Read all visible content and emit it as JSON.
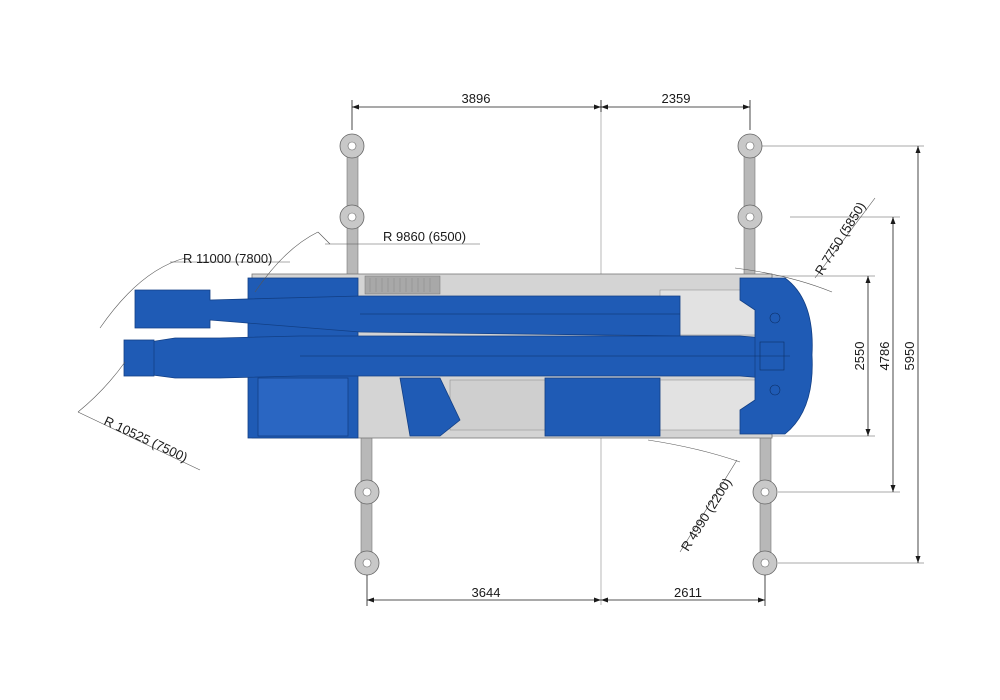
{
  "dimensions": {
    "top_left": "3896",
    "top_right": "2359",
    "bottom_left": "3644",
    "bottom_right": "2611",
    "width_inner": "2550",
    "width_middle": "4786",
    "width_outer": "5950"
  },
  "radii": {
    "r1": "R 11000 (7800)",
    "r2": "R 9860 (6500)",
    "r3": "R 10525 (7500)",
    "r4": "R 7750 (5850)",
    "r5": "R 4990 (2200)"
  },
  "colors": {
    "crane_blue": "#1f5bb5",
    "crane_blue_dark": "#123f85",
    "chassis_gray": "#d4d4d4",
    "chassis_dark": "#9a9a9a",
    "outrigger_gray": "#b8b8b8",
    "line": "#1a1a1a"
  }
}
